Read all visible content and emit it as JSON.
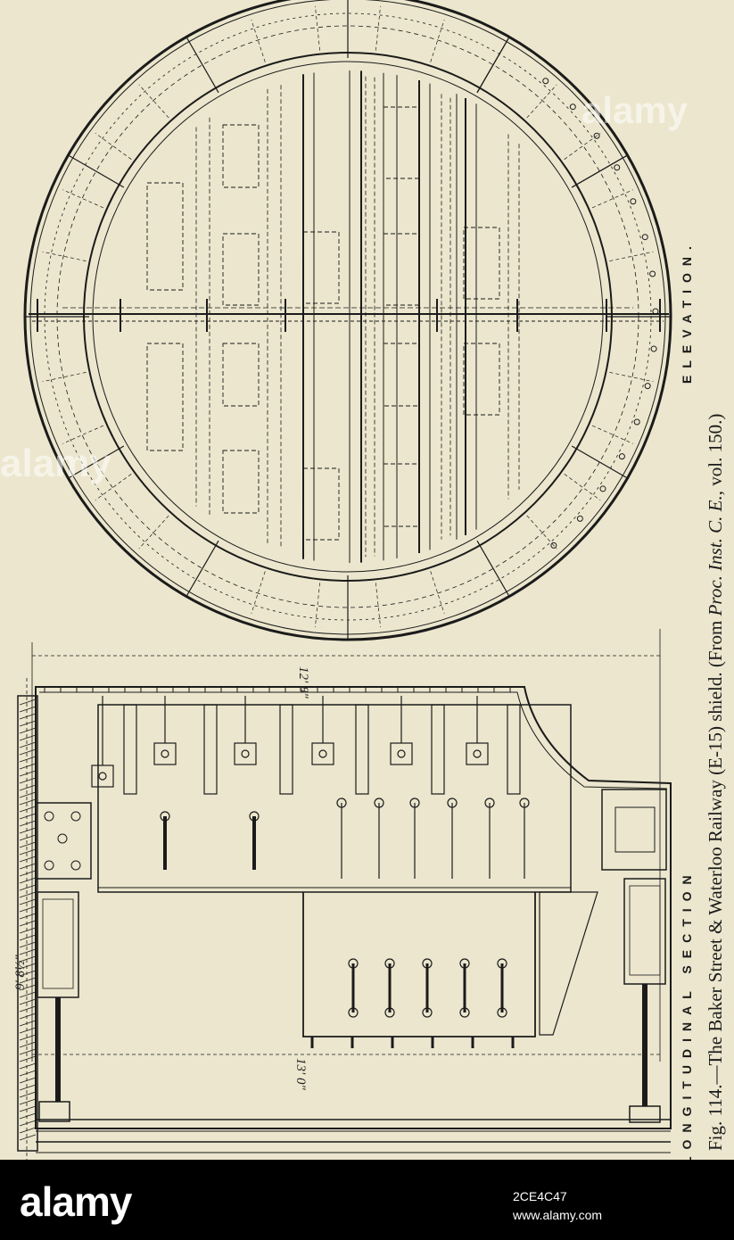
{
  "figure": {
    "caption": {
      "prefix": "Fig. 114.—The Baker Street & Waterloo Railway (E-15) shield.",
      "source_open": "(From ",
      "source_italic": "Proc. Inst. C. E.",
      "source_close": ", vol. 150.)"
    },
    "views": {
      "elevation_label": "ELEVATION.",
      "longitudinal_label": "LONGITUDINAL SECTION"
    },
    "dimensions": {
      "upper_length": "12' 8\"",
      "lower_length": "13' 0\"",
      "diameter": "9' 8½\""
    }
  },
  "watermark": {
    "text": "alamy"
  },
  "footer": {
    "logo": "alamy",
    "image_id": "2CE4C47",
    "url": "www.alamy.com"
  },
  "colors": {
    "paper": "#ebe6cd",
    "ink": "#1b1b1b",
    "footer": "#000000"
  }
}
